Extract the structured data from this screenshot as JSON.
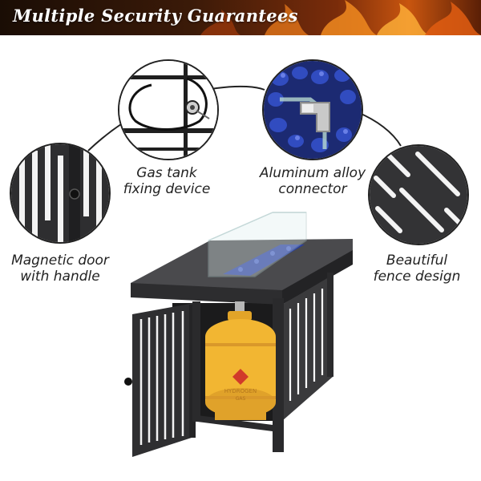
{
  "banner": {
    "title": "Multiple Security Guarantees"
  },
  "features": [
    {
      "id": "gas-tank",
      "label_line1": "Gas tank",
      "label_line2": "fixing device"
    },
    {
      "id": "aluminum",
      "label_line1": "Aluminum alloy",
      "label_line2": "connector"
    },
    {
      "id": "door",
      "label_line1": "Magnetic door",
      "label_line2": "with handle"
    },
    {
      "id": "fence",
      "label_line1": "Beautiful",
      "label_line2": "fence design"
    }
  ],
  "tank": {
    "text_line1": "HYDROGEN",
    "text_line2": "GAS"
  },
  "colors": {
    "table": "#3a3a3c",
    "tank": "#f2b632",
    "glass_beads": "#2b3f9e",
    "banner_fire": "#c8550f"
  }
}
